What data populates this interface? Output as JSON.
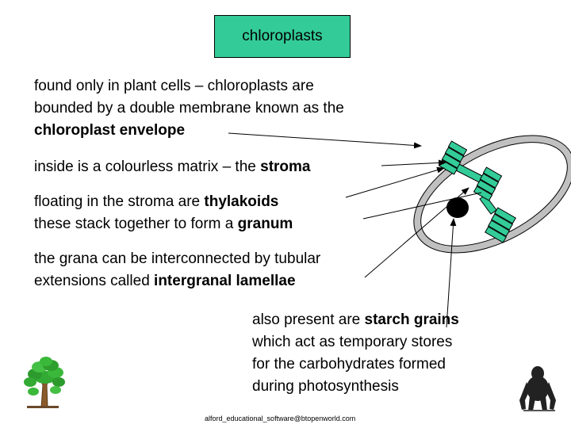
{
  "title": "chloroplasts",
  "paragraphs": {
    "p1": {
      "line1": "found only in plant cells – chloroplasts are",
      "line2": "bounded by a double membrane known as the",
      "line3_bold": "chloroplast envelope"
    },
    "p2": {
      "pre": "inside is a colourless matrix – the ",
      "bold": "stroma"
    },
    "p3": {
      "line1_pre": "floating in the stroma are ",
      "line1_bold": "thylakoids",
      "line2_pre": "these stack together to form a ",
      "line2_bold": "granum"
    },
    "p4": {
      "line1": "the grana can be interconnected by tubular",
      "line2_pre": "extensions called ",
      "line2_bold": "intergranal lamellae"
    },
    "p5": {
      "line1_pre": "also present are ",
      "line1_bold": "starch grains",
      "line2": "which act as temporary stores",
      "line3": "for the carbohydrates formed",
      "line4": "during photosynthesis"
    }
  },
  "footer": "alford_educational_software@btopenworld.com",
  "colors": {
    "title_bg": "#33cc99",
    "envelope_fill": "#c0c0c0",
    "stroma_fill": "#ffffff",
    "granum_fill": "#33cc99",
    "starch_fill": "#000000"
  }
}
